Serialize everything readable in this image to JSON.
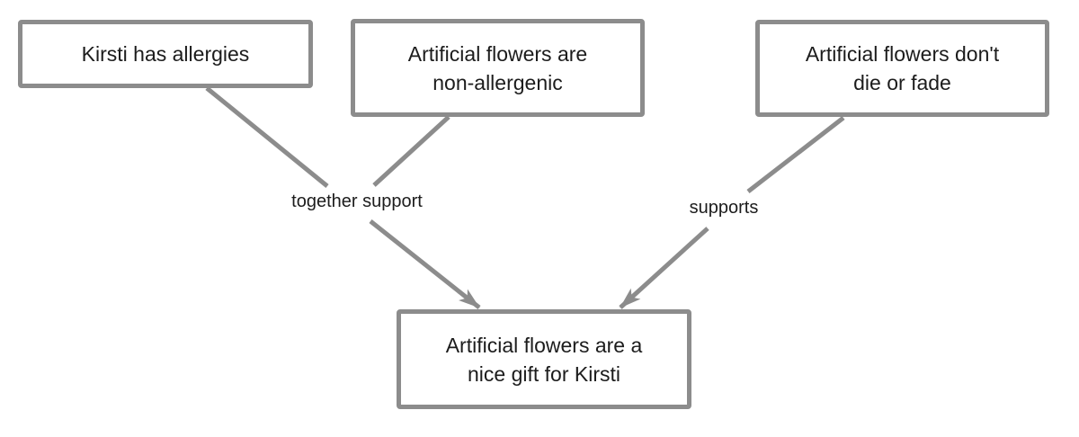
{
  "diagram": {
    "type": "argument-map",
    "nodes": {
      "premise1": {
        "text": "Kirsti has allergies"
      },
      "premise2": {
        "text": "Artificial flowers are\nnon-allergenic"
      },
      "premise3": {
        "text": "Artificial flowers don't\ndie or fade"
      },
      "conclusion": {
        "text": "Artificial flowers are a\nnice gift for Kirsti"
      }
    },
    "edges": {
      "joint": {
        "label": "together support",
        "from": [
          "premise1",
          "premise2"
        ],
        "to": "conclusion"
      },
      "single": {
        "label": "supports",
        "from": [
          "premise3"
        ],
        "to": "conclusion"
      }
    },
    "colors": {
      "line": "#8c8c8c",
      "box_border": "#8c8c8c",
      "box_background": "#ffffff",
      "text": "#1c1c1c",
      "page_background": "#ffffff"
    }
  }
}
